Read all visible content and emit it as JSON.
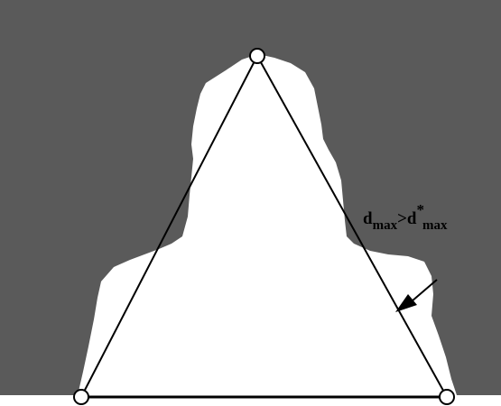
{
  "annotation": {
    "base": "d",
    "sub1": "max",
    "op": ">d",
    "sup": "*",
    "sub2": "max"
  },
  "colors": {
    "background": "#5a5a5a",
    "silhouette": "#ffffff",
    "lines": "#000000"
  }
}
